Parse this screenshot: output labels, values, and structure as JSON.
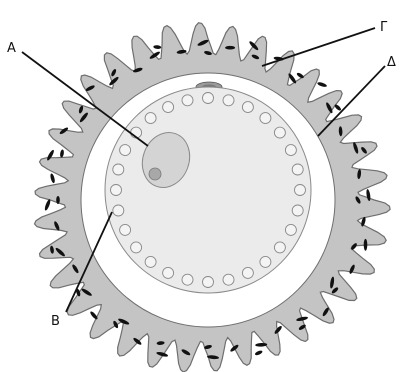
{
  "labels": {
    "a": "A",
    "b": "B",
    "gamma": "Γ",
    "delta": "Δ"
  },
  "colors": {
    "corona": "#c4c4c4",
    "corona_edge": "#6e6e6e",
    "nuclei": "#111111",
    "zona": "#ffffff",
    "ooplasm": "#ebebeb",
    "granules": "#f4f4f4",
    "nucleus": "#d4d4d4",
    "nucleolus": "#a8a8a8",
    "polar_body": "#9a9a9a",
    "leader": "#111111"
  }
}
